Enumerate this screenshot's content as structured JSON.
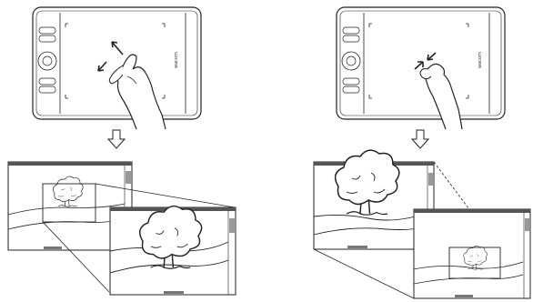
{
  "panels": [
    {
      "gesture": "zoom-in-spread"
    },
    {
      "gesture": "zoom-out-pinch"
    }
  ],
  "tablet": {
    "brand": "wacom"
  },
  "icons": {
    "left": [
      "tablet-icon",
      "pinch-spread-hand-icon",
      "down-arrow-icon",
      "window-icon",
      "tree-icon",
      "enlarged-window-icon"
    ],
    "right": [
      "tablet-icon",
      "pinch-close-hand-icon",
      "down-arrow-icon",
      "window-icon",
      "tree-icon",
      "reduced-window-icon"
    ]
  },
  "colors": {
    "line": "#222222",
    "fill": "#ffffff",
    "window_bar": "#555555"
  }
}
